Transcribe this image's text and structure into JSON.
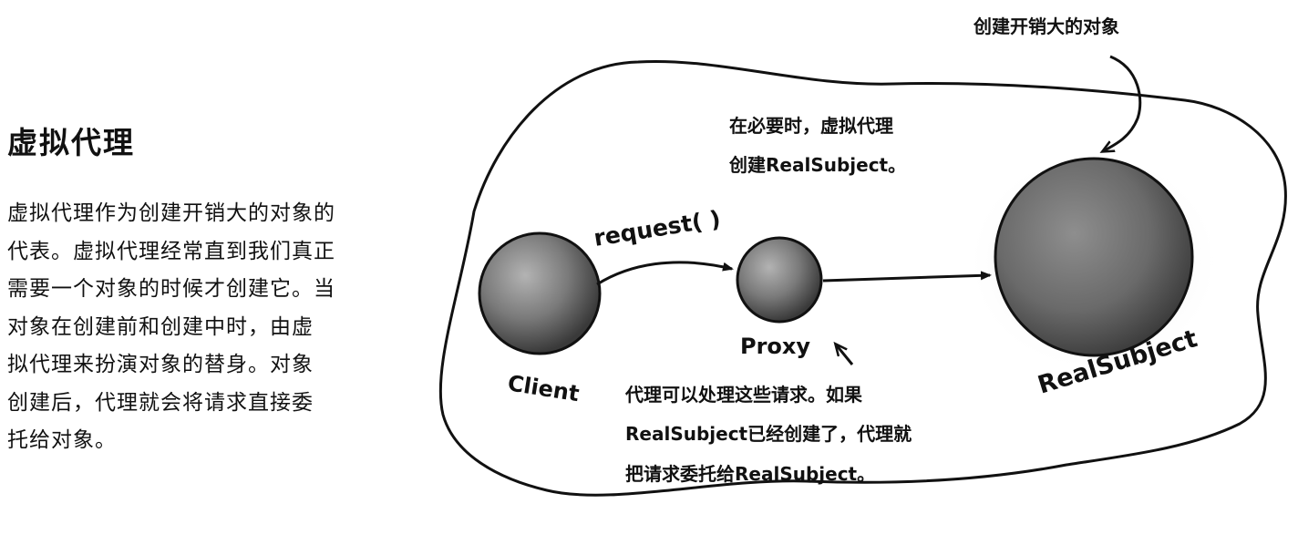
{
  "title": "虚拟代理",
  "paragraph_lines": [
    "虚拟代理作为创建开销大的对象的",
    "代表。虚拟代理经常直到我们真正",
    "需要一个对象的时候才创建它。当",
    "对象在创建前和创建中时，由虚",
    "拟代理来扮演对象的替身。对象",
    "创建后，代理就会将请求直接委",
    "托给对象。"
  ],
  "diagram": {
    "client_label": "Client",
    "proxy_label": "Proxy",
    "realsubject_label": "RealSubject",
    "request_label": "request( )",
    "note_expensive": "创建开销大的对象",
    "note_create_lines": [
      "在必要时，虚拟代理",
      "创建RealSubject。"
    ],
    "note_handle_lines": [
      "代理可以处理这些请求。如果",
      "RealSubject已经创建了，代理就",
      "把请求委托给RealSubject。"
    ]
  },
  "colors": {
    "ink": "#111111",
    "background": "#ffffff",
    "sphere": "#6e6e6e"
  }
}
